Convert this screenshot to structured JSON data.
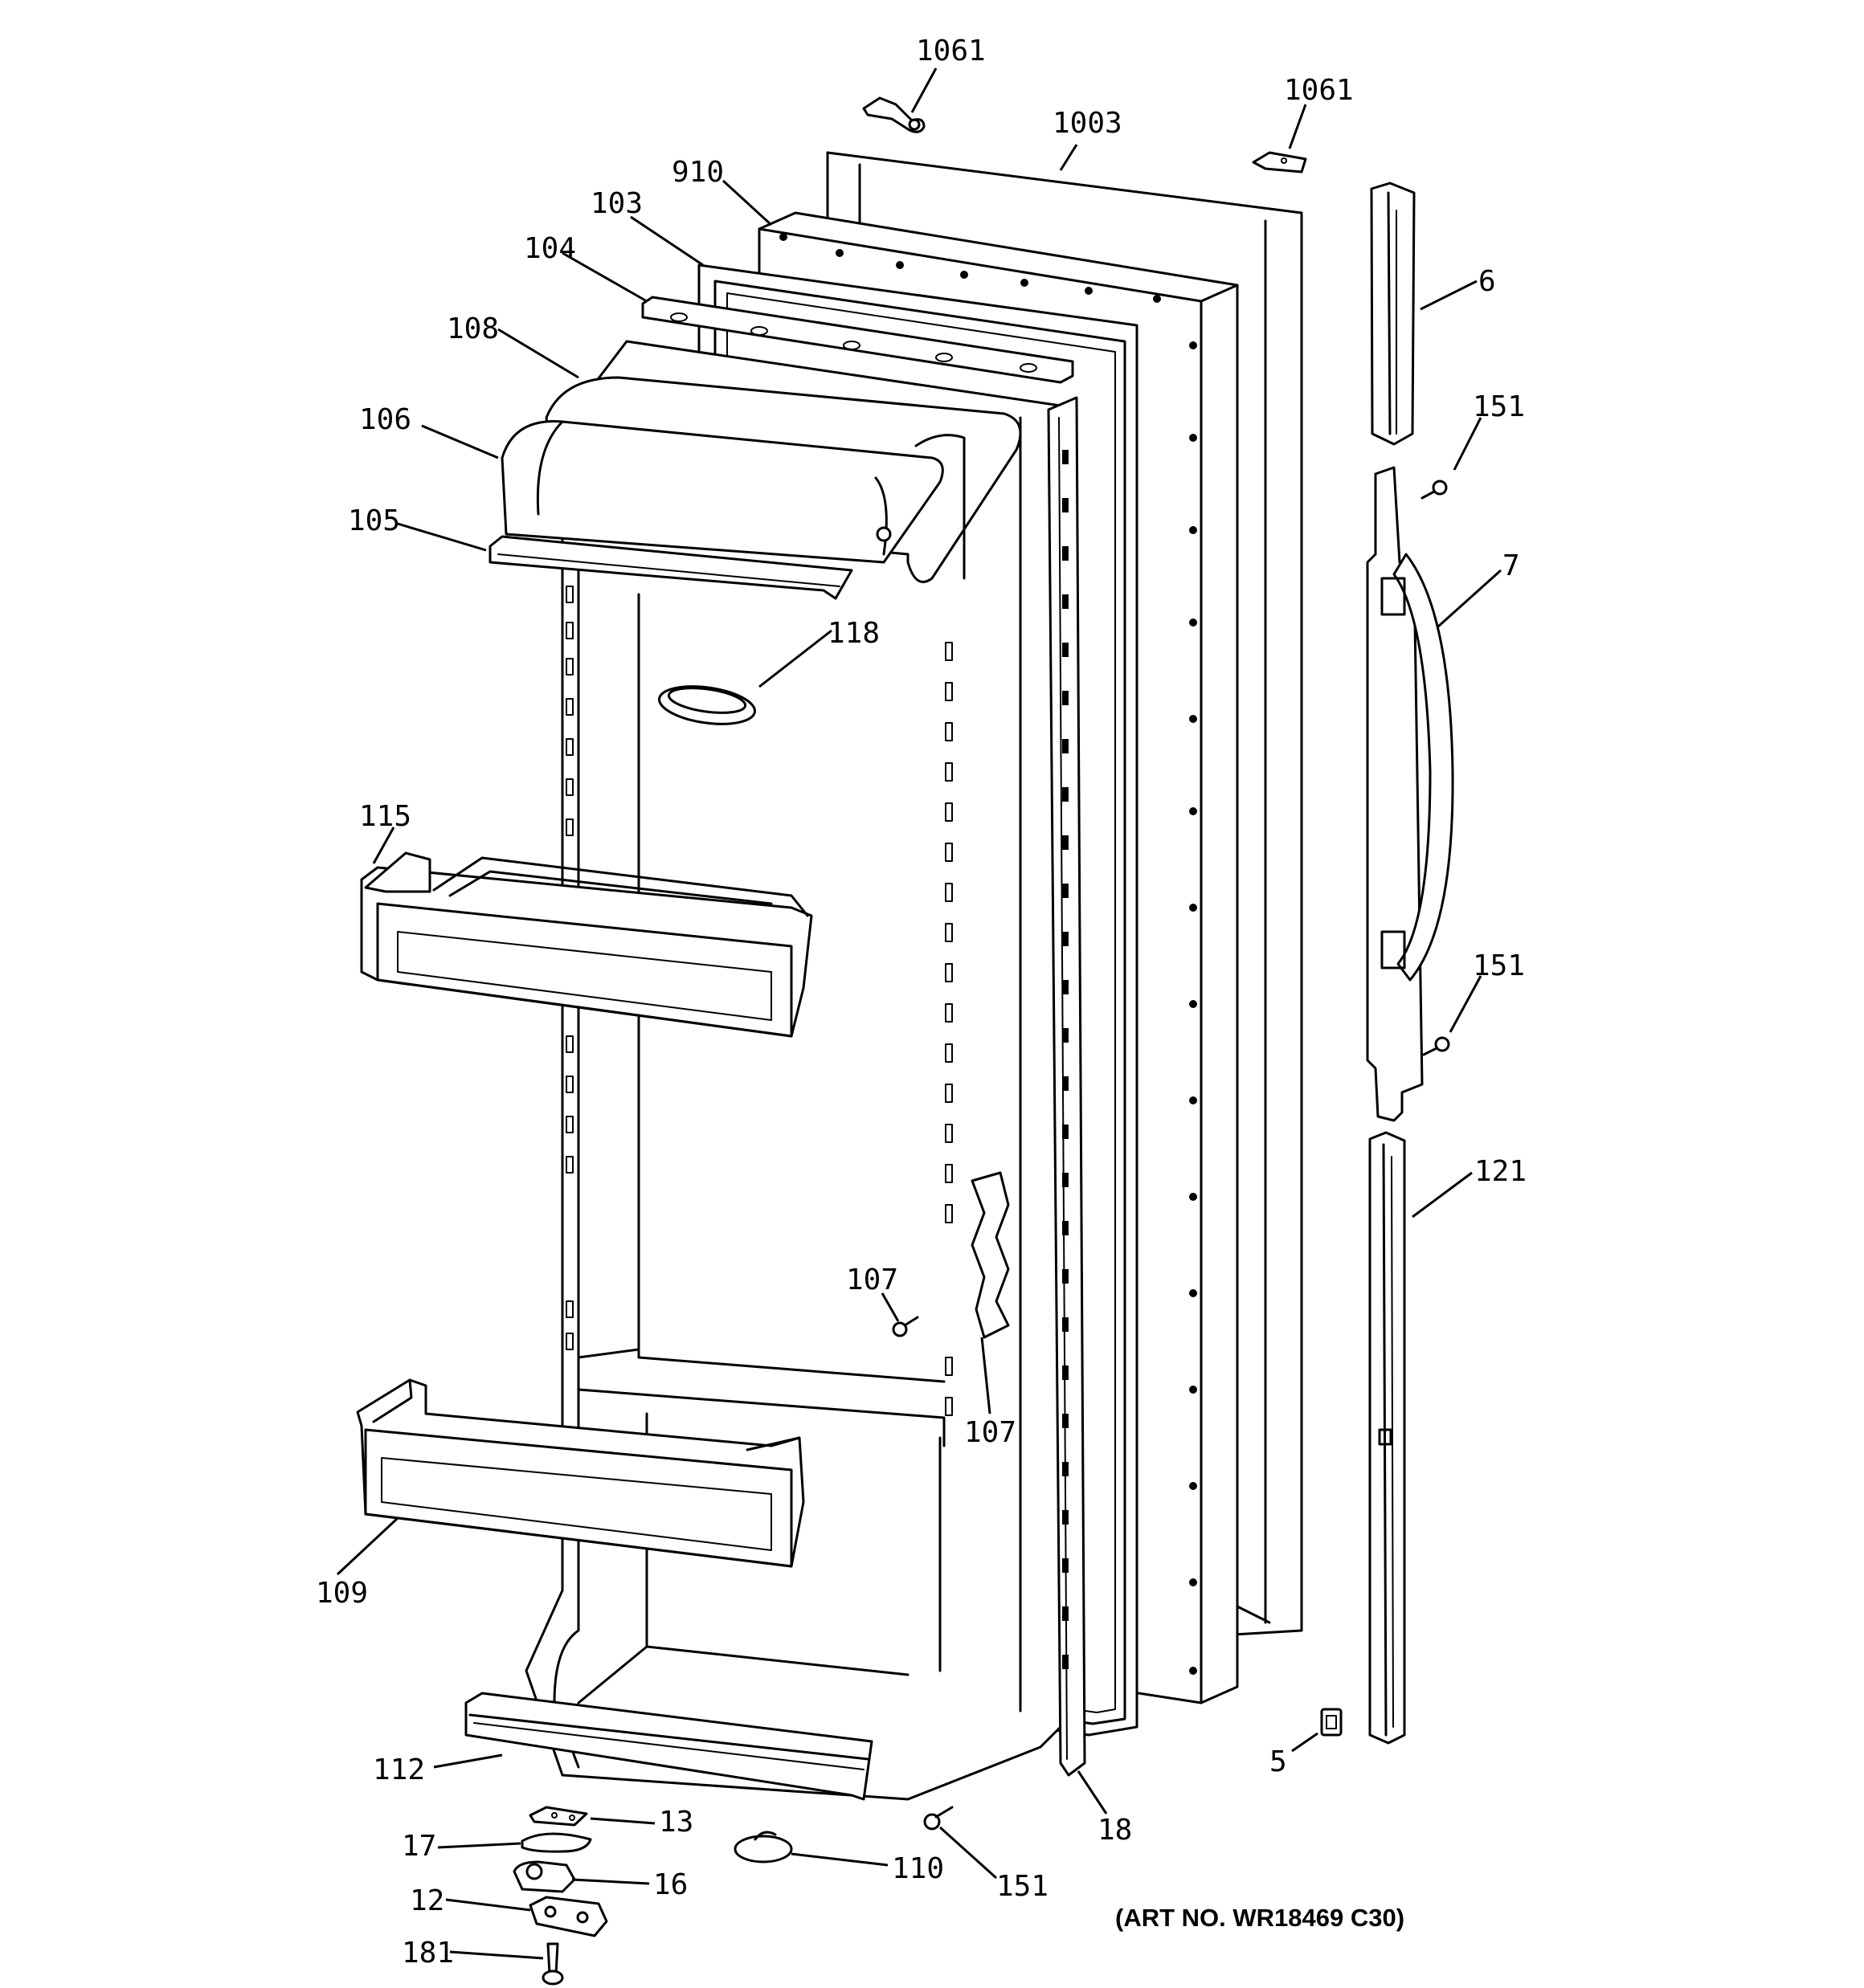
{
  "callouts": {
    "c1061a": "1061",
    "c1061b": "1061",
    "c1003": "1003",
    "c910": "910",
    "c103": "103",
    "c104": "104",
    "c108": "108",
    "c106": "106",
    "c105": "105",
    "c118": "118",
    "c115": "115",
    "c6": "6",
    "c151a": "151",
    "c7": "7",
    "c151b": "151",
    "c121": "121",
    "c107a": "107",
    "c107b": "107",
    "c109": "109",
    "c112": "112",
    "c13": "13",
    "c17": "17",
    "c16": "16",
    "c12": "12",
    "c181": "181",
    "c110": "110",
    "c151c": "151",
    "c18": "18",
    "c5": "5"
  },
  "art_number": "(ART NO. WR18469 C30)"
}
